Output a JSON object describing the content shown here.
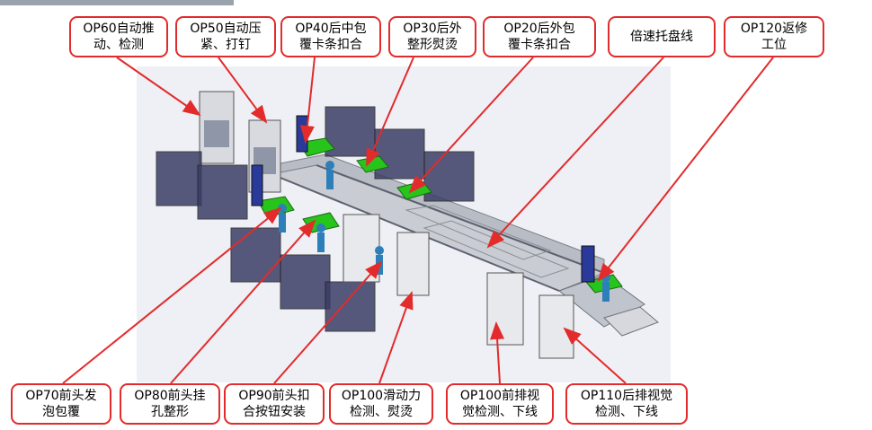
{
  "labels": {
    "op60": "OP60自动推\n动、检测",
    "op50": "OP50自动压\n紧、打钉",
    "op40": "OP40后中包\n覆卡条扣合",
    "op30": "OP30后外\n整形熨烫",
    "op20": "OP20后外包\n覆卡条扣合",
    "tray": "倍速托盘线",
    "op120": "OP120返修\n工位",
    "op70": "OP70前头发\n泡包覆",
    "op80": "OP80前头挂\n孔整形",
    "op90": "OP90前头扣\n合按钮安装",
    "op100a": "OP100滑动力\n检测、熨烫",
    "op100b": "OP100前排视\n觉检测、下线",
    "op110": "OP110后排视觉\n检测、下线"
  },
  "colors": {
    "border": "#e32b2b",
    "arrow": "#e32b2b",
    "conveyor": "#c9ccd2",
    "station_green": "#27c41b",
    "cabinet_blue": "#2a3a9a",
    "rack": "#4a4a6a"
  }
}
